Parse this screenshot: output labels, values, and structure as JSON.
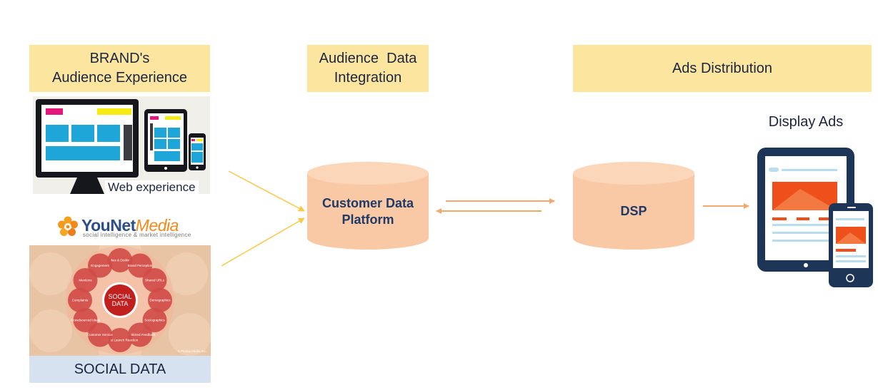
{
  "headers": {
    "brand": [
      "BRAND's",
      "Audience Experience"
    ],
    "integration": [
      "Audience  Data",
      "Integration"
    ],
    "distribution": "Ads Distribution"
  },
  "web_experience_label": "Web experience",
  "logo": {
    "part1": "YouNet",
    "part2": "Media",
    "tagline": "social intelligence & market intelligence"
  },
  "social_wheel": {
    "center": [
      "SOCIAL",
      "DATA"
    ],
    "items": [
      "Likes & Dislikes",
      "Brand Perception",
      "Shared URLs",
      "Demographics",
      "Sociographics",
      "Unsolicited Feedback",
      "Product Launch Reaction",
      "Customer Service",
      "Crowdsourced Ideas",
      "Complaints",
      "Mentions",
      "Engagement"
    ],
    "credit": "© Pitstop Media Inc."
  },
  "social_data_label": "SOCIAL DATA",
  "cdp": {
    "line1": "Customer Data",
    "line2": "Platform"
  },
  "dsp": "DSP",
  "display_ads": "Display Ads",
  "colors": {
    "header_bg": "#fbe59f",
    "cylinder": "#f9c8a4",
    "arrow": "#f4a86e",
    "social_label_bg": "#d7e2f0",
    "device_dark": "#1d3557"
  }
}
